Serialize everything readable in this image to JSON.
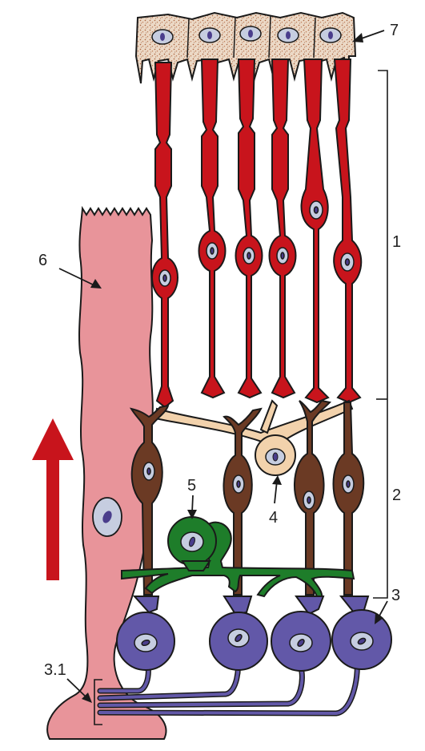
{
  "labels": {
    "photoreceptors": "1",
    "bipolar_layer": "2",
    "ganglion_cells": "3",
    "ganglion_axons": "3.1",
    "horizontal_cell": "4",
    "amacrine_cell": "5",
    "glial_cell": "6",
    "pigment_epithelium": "7"
  },
  "colors": {
    "photoreceptor": "#c8141c",
    "bipolar": "#6b3a24",
    "horizontal": "#f2d2ac",
    "amacrine": "#1e7d2a",
    "ganglion": "#6258a8",
    "glial": "#e8949a",
    "nucleus": "#c6cde0",
    "pigment": "#e9d6c4",
    "arrow": "#c8141c"
  }
}
